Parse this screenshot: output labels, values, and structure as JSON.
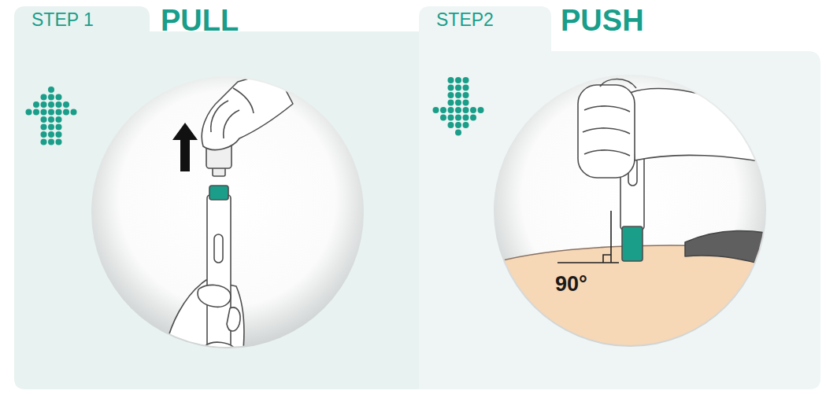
{
  "diagram": {
    "nodes": [
      {
        "text": [
          "STEP 1",
          "PULL"
        ]
      },
      {
        "text": [
          "STEP2",
          "PUSH"
        ]
      }
    ],
    "labels": [
      "90°"
    ]
  }
}
